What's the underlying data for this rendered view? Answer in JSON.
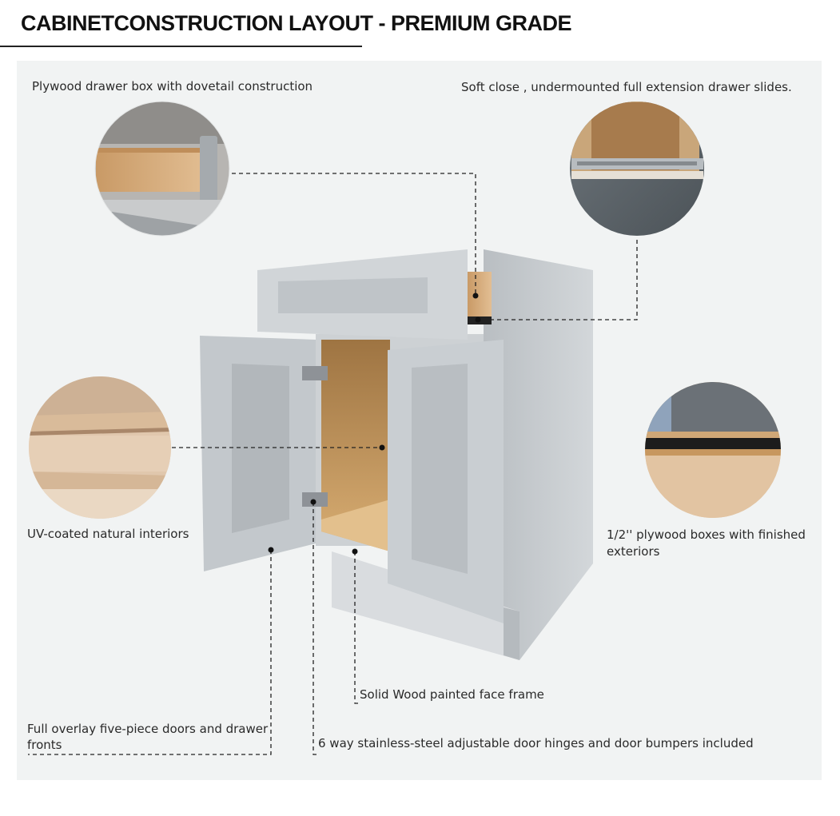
{
  "header": {
    "title": "CABINETCONSTRUCTION LAYOUT - PREMIUM GRADE"
  },
  "features": {
    "drawer_box": "Plywood drawer box with dovetail construction",
    "drawer_slides": "Soft close , undermounted full extension drawer slides.",
    "interiors": "UV-coated natural interiors",
    "plywood_boxes_line1": "1/2'' plywood boxes with finished",
    "plywood_boxes_line2": "exteriors",
    "face_frame": "Solid Wood painted face frame",
    "doors_line1": "Full overlay five-piece doors and drawer",
    "doors_line2": "fronts",
    "hinges": "6 way stainless-steel adjustable door hinges and door bumpers included"
  },
  "colors": {
    "cabinet_gray": "#c6cbcf",
    "plywood": "#d7b184",
    "panel_bg": "#f1f3f3",
    "leader_line": "#222222"
  }
}
